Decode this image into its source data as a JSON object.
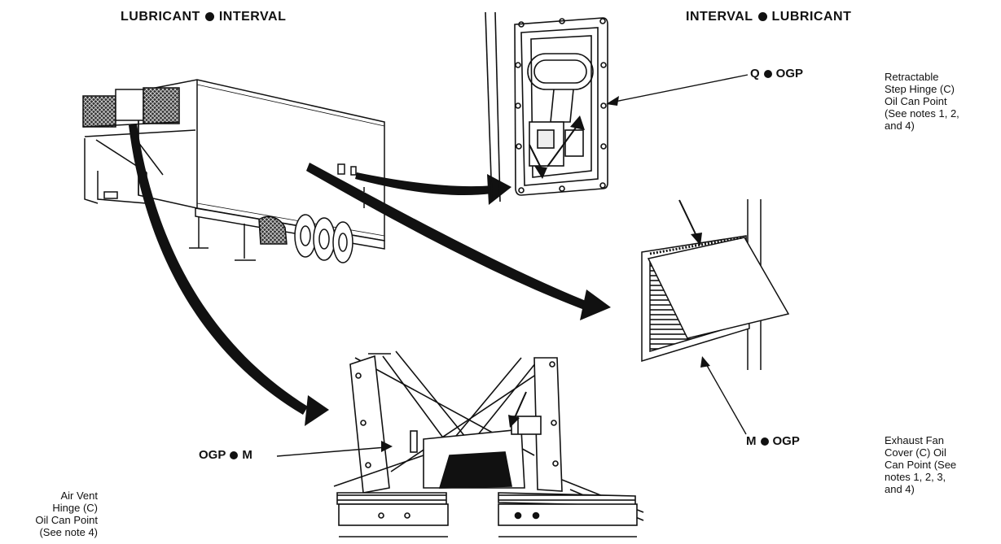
{
  "header_left": {
    "lubricant": "LUBRICANT",
    "interval": "INTERVAL"
  },
  "header_right": {
    "interval": "INTERVAL",
    "lubricant": "LUBRICANT"
  },
  "callouts": {
    "step_hinge": {
      "interval": "Q",
      "lubricant": "OGP"
    },
    "fan_cover": {
      "interval": "M",
      "lubricant": "OGP"
    },
    "vent_hinge": {
      "lubricant": "OGP",
      "interval": "M"
    }
  },
  "notes": {
    "step_hinge": [
      "Retractable",
      "Step Hinge (C)",
      "Oil Can Point",
      "(See notes 1, 2,",
      "and 4)"
    ],
    "fan_cover": [
      "Exhaust Fan",
      "Cover (C) Oil",
      "Can Point (See",
      "notes 1, 2, 3,",
      "and 4)"
    ],
    "vent_hinge": [
      "Air Vent",
      "Hinge (C)",
      "Oil Can Point",
      "(See note 4)"
    ]
  }
}
